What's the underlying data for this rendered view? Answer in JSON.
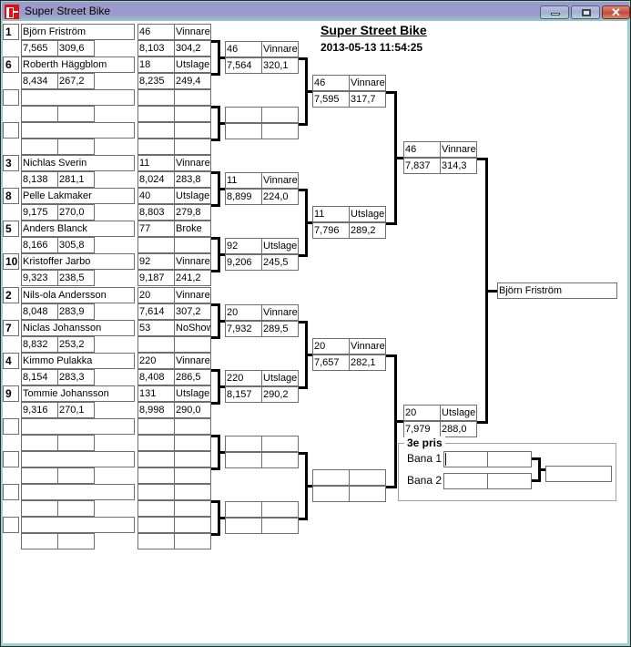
{
  "window": {
    "title": "Super Street Bike",
    "buttons": {
      "minimize": "minimize",
      "maximize": "maximize",
      "close": "✕"
    }
  },
  "header": {
    "event_title": "Super Street Bike",
    "timestamp": "2013-05-13 11:54:25"
  },
  "round1": [
    {
      "seed": "1",
      "name": "Björn Friström",
      "time": "7,565",
      "speed": "309,6",
      "r_num": "46",
      "r_status": "Vinnare",
      "r_time": "8,103",
      "r_speed": "304,2"
    },
    {
      "seed": "6",
      "name": "Roberth Häggblom",
      "time": "8,434",
      "speed": "267,2",
      "r_num": "18",
      "r_status": "Utslager",
      "r_time": "8,235",
      "r_speed": "249,4"
    },
    {
      "seed": "",
      "name": "",
      "time": "",
      "speed": "",
      "r_num": "",
      "r_status": "",
      "r_time": "",
      "r_speed": ""
    },
    {
      "seed": "",
      "name": "",
      "time": "",
      "speed": "",
      "r_num": "",
      "r_status": "",
      "r_time": "",
      "r_speed": ""
    },
    {
      "seed": "3",
      "name": "Nichlas Sverin",
      "time": "8,138",
      "speed": "281,1",
      "r_num": "11",
      "r_status": "Vinnare",
      "r_time": "8,024",
      "r_speed": "283,8"
    },
    {
      "seed": "8",
      "name": "Pelle Lakmaker",
      "time": "9,175",
      "speed": "270,0",
      "r_num": "40",
      "r_status": "Utslager",
      "r_time": "8,803",
      "r_speed": "279,8"
    },
    {
      "seed": "5",
      "name": "Anders Blanck",
      "time": "8,166",
      "speed": "305,8",
      "r_num": "77",
      "r_status": "Broke",
      "r_time": "",
      "r_speed": ""
    },
    {
      "seed": "10",
      "name": "Kristoffer Jarbo",
      "time": "9,323",
      "speed": "238,5",
      "r_num": "92",
      "r_status": "Vinnare",
      "r_time": "9,187",
      "r_speed": "241,2"
    },
    {
      "seed": "2",
      "name": "Nils-ola Andersson",
      "time": "8,048",
      "speed": "283,9",
      "r_num": "20",
      "r_status": "Vinnare",
      "r_time": "7,614",
      "r_speed": "307,2"
    },
    {
      "seed": "7",
      "name": "Niclas Johansson",
      "time": "8,832",
      "speed": "253,2",
      "r_num": "53",
      "r_status": "NoShow",
      "r_time": "",
      "r_speed": ""
    },
    {
      "seed": "4",
      "name": "Kimmo Pulakka",
      "time": "8,154",
      "speed": "283,3",
      "r_num": "220",
      "r_status": "Vinnare",
      "r_time": "8,408",
      "r_speed": "286,5"
    },
    {
      "seed": "9",
      "name": "Tommie Johansson",
      "time": "9,316",
      "speed": "270,1",
      "r_num": "131",
      "r_status": "Utslager",
      "r_time": "8,998",
      "r_speed": "290,0"
    },
    {
      "seed": "",
      "name": "",
      "time": "",
      "speed": "",
      "r_num": "",
      "r_status": "",
      "r_time": "",
      "r_speed": ""
    },
    {
      "seed": "",
      "name": "",
      "time": "",
      "speed": "",
      "r_num": "",
      "r_status": "",
      "r_time": "",
      "r_speed": ""
    },
    {
      "seed": "",
      "name": "",
      "time": "",
      "speed": "",
      "r_num": "",
      "r_status": "",
      "r_time": "",
      "r_speed": ""
    },
    {
      "seed": "",
      "name": "",
      "time": "",
      "speed": "",
      "r_num": "",
      "r_status": "",
      "r_time": "",
      "r_speed": ""
    }
  ],
  "round2": [
    {
      "num": "46",
      "status": "Vinnare",
      "time": "7,564",
      "speed": "320,1"
    },
    {
      "num": "",
      "status": "",
      "time": "",
      "speed": ""
    },
    {
      "num": "11",
      "status": "Vinnare",
      "time": "8,899",
      "speed": "224,0"
    },
    {
      "num": "92",
      "status": "Utslager",
      "time": "9,206",
      "speed": "245,5"
    },
    {
      "num": "20",
      "status": "Vinnare",
      "time": "7,932",
      "speed": "289,5"
    },
    {
      "num": "220",
      "status": "Utslager",
      "time": "8,157",
      "speed": "290,2"
    },
    {
      "num": "",
      "status": "",
      "time": "",
      "speed": ""
    },
    {
      "num": "",
      "status": "",
      "time": "",
      "speed": ""
    }
  ],
  "round3": [
    {
      "num": "46",
      "status": "Vinnare",
      "time": "7,595",
      "speed": "317,7"
    },
    {
      "num": "11",
      "status": "Utslager",
      "time": "7,796",
      "speed": "289,2"
    },
    {
      "num": "20",
      "status": "Vinnare",
      "time": "7,657",
      "speed": "282,1"
    },
    {
      "num": "",
      "status": "",
      "time": "",
      "speed": ""
    }
  ],
  "round4": [
    {
      "num": "46",
      "status": "Vinnare",
      "time": "7,837",
      "speed": "314,3"
    },
    {
      "num": "20",
      "status": "Utslager",
      "time": "7,979",
      "speed": "288,0"
    }
  ],
  "winner": "Björn Friström",
  "third_place": {
    "title": "3e pris",
    "lane1_label": "Bana 1",
    "lane2_label": "Bana 2",
    "lane1": [
      "",
      ""
    ],
    "lane2": [
      "",
      ""
    ],
    "result": ""
  }
}
